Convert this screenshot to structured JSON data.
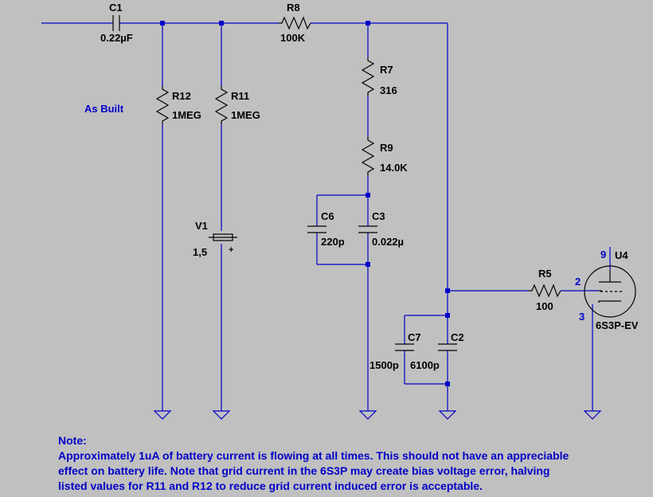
{
  "colors": {
    "background": "#c0c0c0",
    "wire": "#0000c8",
    "component": "#000000",
    "annotation": "#0000c8"
  },
  "components": {
    "C1": {
      "ref": "C1",
      "value": "0.22µF"
    },
    "R8": {
      "ref": "R8",
      "value": "100K"
    },
    "R12": {
      "ref": "R12",
      "value": "1MEG"
    },
    "R11": {
      "ref": "R11",
      "value": "1MEG"
    },
    "R7": {
      "ref": "R7",
      "value": "316"
    },
    "R9": {
      "ref": "R9",
      "value": "14.0K"
    },
    "C6": {
      "ref": "C6",
      "value": "220p"
    },
    "C3": {
      "ref": "C3",
      "value": "0.022µ"
    },
    "V1": {
      "ref": "V1",
      "value": "1,5",
      "plus": "+"
    },
    "R5": {
      "ref": "R5",
      "value": "100"
    },
    "C7": {
      "ref": "C7",
      "value": "1500p"
    },
    "C2": {
      "ref": "C2",
      "value": "6100p"
    },
    "U4": {
      "ref": "U4",
      "value": "6S3P-EV",
      "pins": {
        "grid": "2",
        "cathode": "3",
        "anode": "9"
      }
    }
  },
  "annotation": {
    "as_built": "As Built"
  },
  "note": {
    "title": "Note:",
    "lines": [
      "Approximately 1uA of battery current is flowing at all times. This should not have an appreciable",
      "effect on battery life. Note that grid current in the 6S3P may create bias voltage error, halving",
      "listed values for R11 and R12  to reduce grid current induced error is acceptable."
    ]
  }
}
